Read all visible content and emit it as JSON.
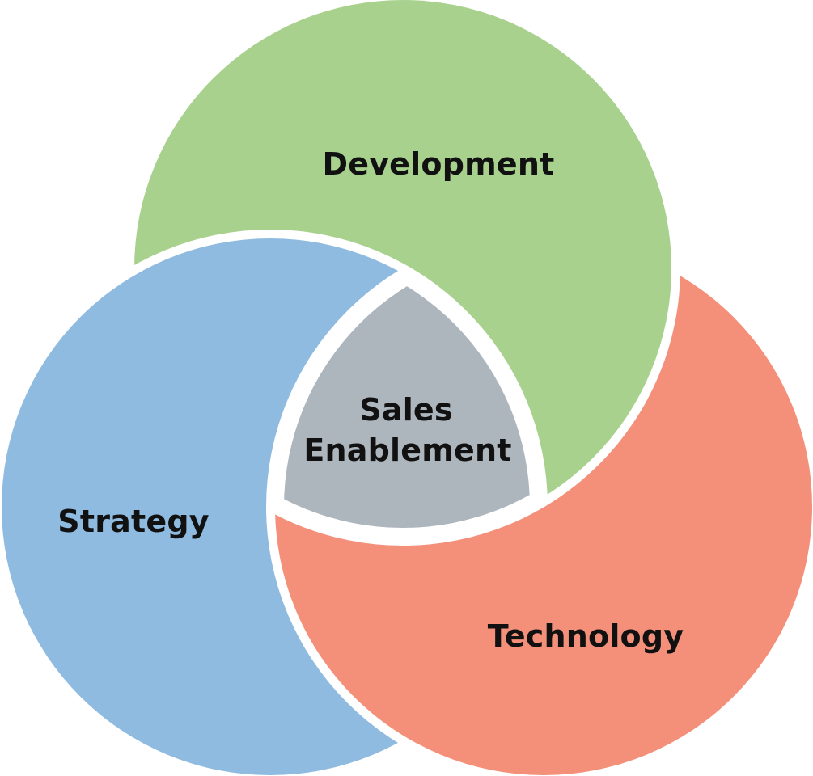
{
  "diagram": {
    "type": "venn",
    "sets": [
      {
        "id": "development",
        "label": "Development",
        "color": "#A9D18E"
      },
      {
        "id": "strategy",
        "label": "Strategy",
        "color": "#8FBBE0"
      },
      {
        "id": "technology",
        "label": "Technology",
        "color": "#F4907A"
      }
    ],
    "center": {
      "label_line1": "Sales",
      "label_line2": "Enablement",
      "color": "#ADB5BD"
    },
    "separator_color": "#FFFFFF"
  }
}
